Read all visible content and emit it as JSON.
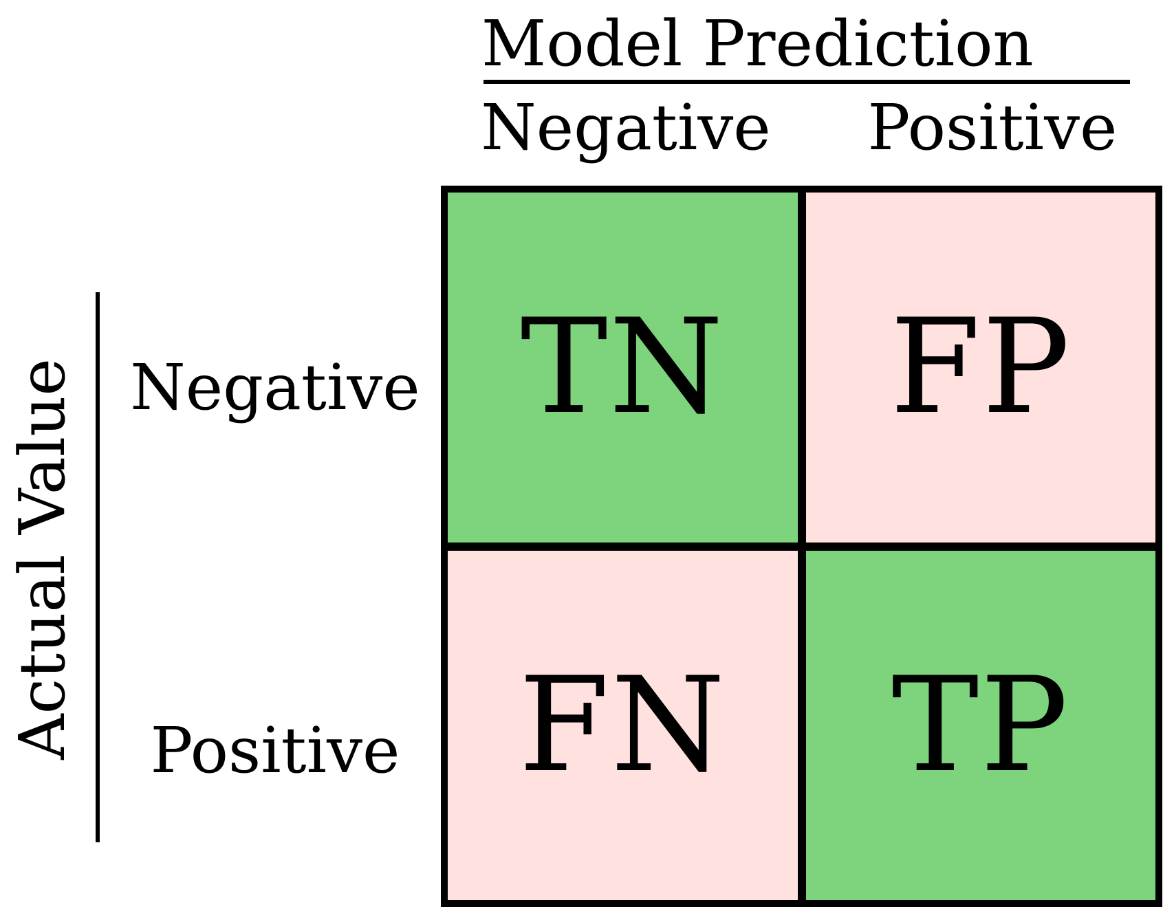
{
  "header": {
    "title": "Model Prediction",
    "columns": [
      "Negative",
      "Positive"
    ]
  },
  "side": {
    "title": "Actual Value",
    "rows": [
      "Negative",
      "Positive"
    ]
  },
  "matrix": {
    "cells": [
      [
        "TN",
        "FP"
      ],
      [
        "FN",
        "TP"
      ]
    ]
  },
  "colors": {
    "correct": "#7dd47d",
    "incorrect": "#ffe2df",
    "border": "#000000"
  }
}
